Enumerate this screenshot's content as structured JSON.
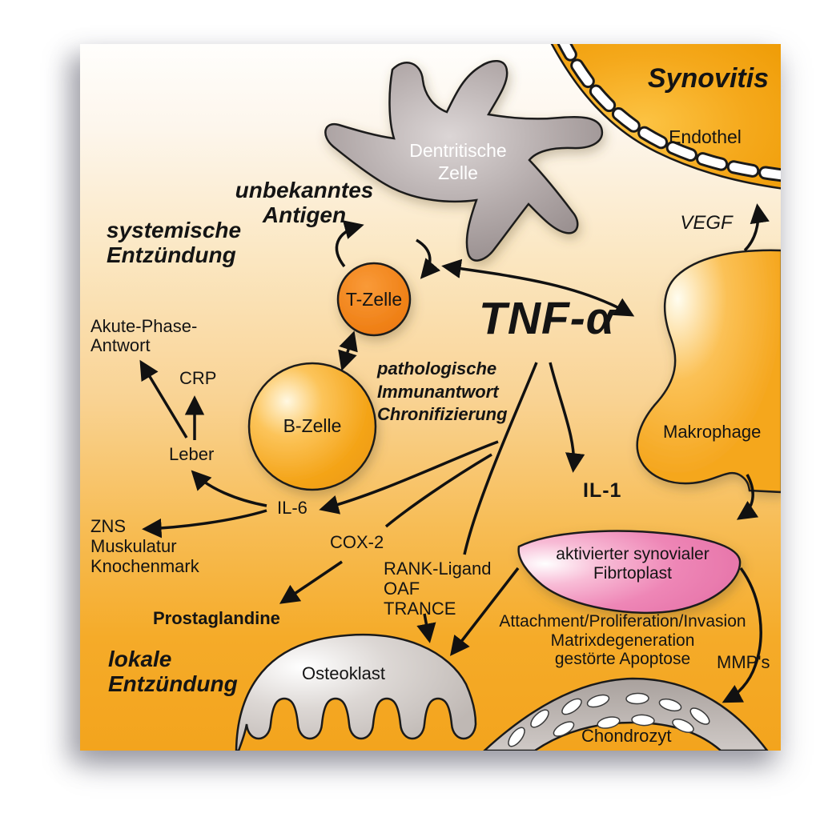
{
  "palette": {
    "card_orange": "#F3A41D",
    "synovium_orange": "#F2A012",
    "tcell_orange": "#EE7A10",
    "bcell_orange": "#F5A319",
    "fibroblast_pink": "#EE86B6",
    "dendritic_gray": "#9E9494",
    "osteoclast_gray": "#CBC5C1",
    "text": "#141414"
  },
  "labels": {
    "synovitis": "Synovitis",
    "endothel": "Endothel",
    "vegf": "VEGF",
    "dendritic_1": "Dentritische",
    "dendritic_2": "Zelle",
    "antigen_1": "unbekanntes",
    "antigen_2": "Antigen",
    "systemisch_1": "systemische",
    "systemisch_2": "Entzündung",
    "t_zelle": "T-Zelle",
    "tnf": "TNF-α",
    "patho_1": "pathologische",
    "patho_2": "Immunantwort",
    "patho_3": "Chronifizierung",
    "b_zelle": "B-Zelle",
    "akute_1": "Akute-Phase-",
    "akute_2": "Antwort",
    "crp": "CRP",
    "leber": "Leber",
    "il6": "IL-6",
    "zns_1": "ZNS",
    "zns_2": "Muskulatur",
    "zns_3": "Knochenmark",
    "cox2": "COX-2",
    "rank_1": "RANK-Ligand",
    "rank_2": "OAF",
    "rank_3": "TRANCE",
    "prostaglandine": "Prostaglandine",
    "lokal_1": "lokale",
    "lokal_2": "Entzündung",
    "osteoklast": "Osteoklast",
    "il1": "IL-1",
    "makrophage": "Makrophage",
    "fibroblast_1": "aktivierter synovialer",
    "fibroblast_2": "Fibrtoplast",
    "attach_1": "Attachment/Proliferation/Invasion",
    "attach_2": "Matrixdegeneration",
    "attach_3": "gestörte Apoptose",
    "mmps": "MMP's",
    "chondrozyt": "Chondrozyt"
  }
}
